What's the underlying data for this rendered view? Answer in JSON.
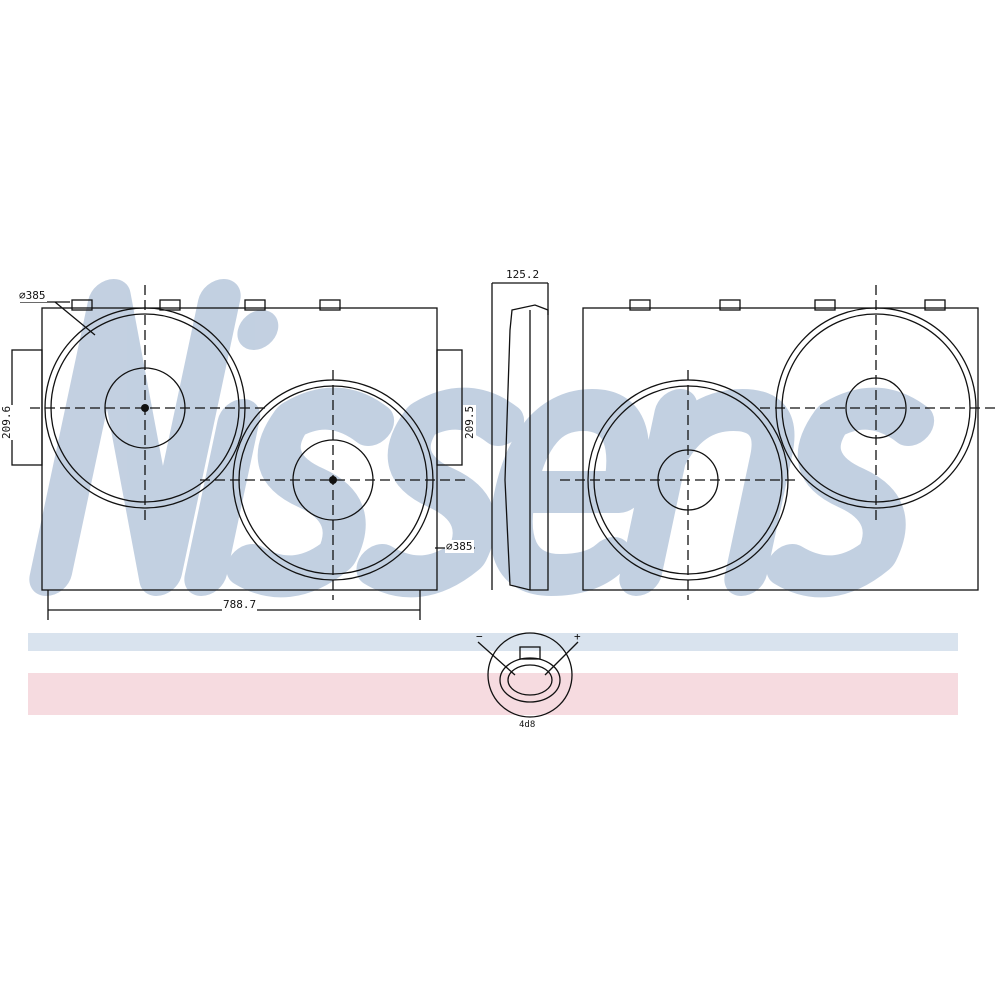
{
  "watermark": {
    "text": "Nissens",
    "color": "#b8c8dc"
  },
  "bands": {
    "blue": "#d9e3ee",
    "pink": "#f6dbe0"
  },
  "dimensions": {
    "fan_left_diameter": "⌀385",
    "fan_right_diameter": "⌀385",
    "height_left": "209.6",
    "height_right": "209.5",
    "depth": "125.2",
    "width": "788.7",
    "connector_label": "4d8",
    "connector_minus": "−",
    "connector_plus": "+"
  }
}
